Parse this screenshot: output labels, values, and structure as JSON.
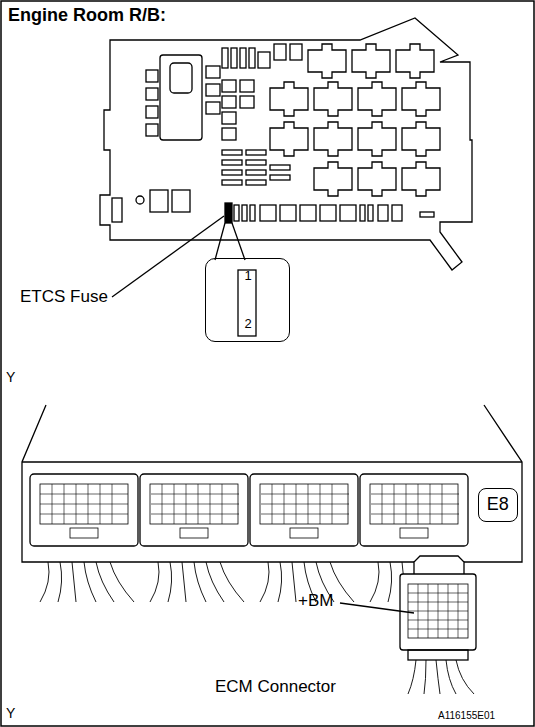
{
  "diagram": {
    "nodes": [
      {
        "text": [
          "1",
          "2"
        ]
      },
      {
        "text": [
          "E8"
        ]
      }
    ],
    "labels": [
      "Engine Room R/B:",
      "ETCS Fuse",
      "Y",
      "+BM",
      "ECM Connector",
      "Y",
      "A116155E01"
    ]
  }
}
